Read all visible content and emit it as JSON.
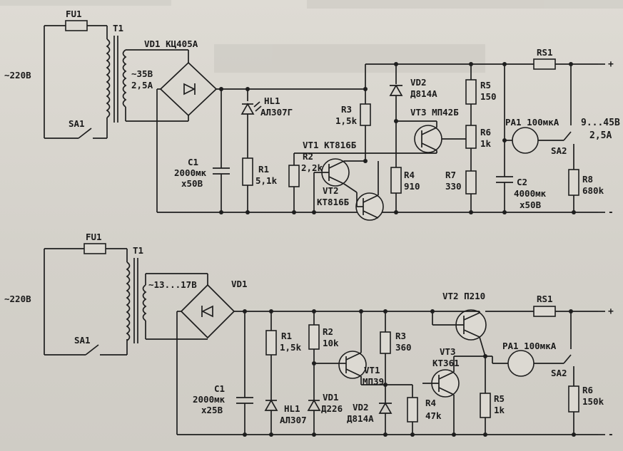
{
  "circuit_top": {
    "mains": "~220В",
    "fuse": "FU1",
    "switch": "SA1",
    "transformer": "T1",
    "secondary_voltage": "~35В",
    "secondary_current": "2,5А",
    "bridge": "VD1 КЦ405А",
    "led": "HL1",
    "led_type": "АЛ307Г",
    "c1_name": "C1",
    "c1_cap": "2000мк",
    "c1_volt": "х50В",
    "r1_name": "R1",
    "r1_val": "5,1k",
    "r2_name": "R2",
    "r2_val": "2,2k",
    "vt1": "VT1 КТ816Б",
    "vt2_name": "VT2",
    "vt2_type": "КТ816Б",
    "r3_name": "R3",
    "r3_val": "1,5k",
    "vd2_name": "VD2",
    "vd2_type": "Д814А",
    "vt3": "VT3 МП42Б",
    "r4_name": "R4",
    "r4_val": "910",
    "r5_name": "R5",
    "r5_val": "150",
    "r6_name": "R6",
    "r6_val": "1k",
    "r7_name": "R7",
    "r7_val": "330",
    "c2_name": "C2",
    "c2_cap": "4000мк",
    "c2_volt": "х50В",
    "rs1": "RS1",
    "pa1": "РА1 100мкА",
    "sa2": "SA2",
    "r8_name": "R8",
    "r8_val": "680k",
    "out_voltage": "9...45В",
    "out_current": "2,5А",
    "plus": "+",
    "minus": "-"
  },
  "circuit_bottom": {
    "mains": "~220В",
    "fuse": "FU1",
    "switch": "SA1",
    "transformer": "T1",
    "secondary_voltage": "~13...17В",
    "bridge": "VD1",
    "c1_name": "C1",
    "c1_cap": "2000мк",
    "c1_volt": "х25В",
    "r1_name": "R1",
    "r1_val": "1,5k",
    "hl1_name": "HL1",
    "hl1_type": "АЛ307",
    "r2_name": "R2",
    "r2_val": "10k",
    "vd1_name": "VD1",
    "vd1_type": "Д226",
    "vt1_name": "VT1",
    "vt1_type": "МП39",
    "r3_name": "R3",
    "r3_val": "360",
    "vd2_name": "VD2",
    "vd2_type": "Д814А",
    "r4_name": "R4",
    "r4_val": "47k",
    "vt2": "VT2 П210",
    "vt3_name": "VT3",
    "vt3_type": "КТ361",
    "r5_name": "R5",
    "r5_val": "1k",
    "rs1": "RS1",
    "pa1": "РА1 100мкА",
    "sa2": "SA2",
    "r6_name": "R6",
    "r6_val": "150k",
    "plus": "+",
    "minus": "-"
  },
  "colors": {
    "ink": "#1e1e1e",
    "paper": "#d9d6cf"
  }
}
